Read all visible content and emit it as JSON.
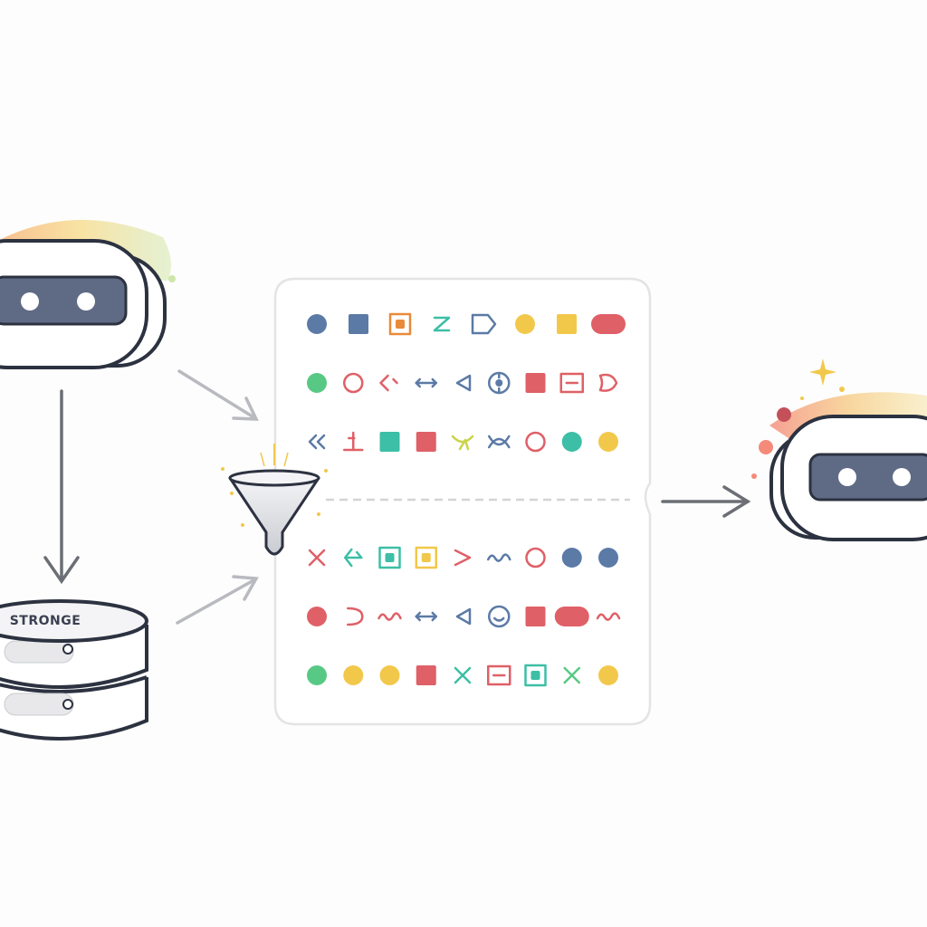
{
  "storage": {
    "label": "STRONGE"
  },
  "colors": {
    "outline": "#2c3240",
    "visor": "#5f6b85",
    "arrow": "#8a8d93",
    "arrow_dark": "#6b6e74",
    "panel_border": "#e4e4e4",
    "blue": "#5b7aa6",
    "orange": "#e98a3a",
    "teal": "#3cbfa6",
    "yellow": "#f2c84b",
    "red": "#df6067",
    "green": "#58c984",
    "lime": "#c9d44a"
  },
  "grid_top": [
    [
      "blue-circle",
      "blue-square",
      "orange-square-dot",
      "teal-zigzag",
      "blue-tag",
      "yellow-circle",
      "yellow-square",
      "red-pill"
    ],
    [
      "green-circle",
      "red-ring",
      "red-chevrons",
      "blue-double-arrow",
      "blue-chevron-left",
      "blue-target",
      "red-square",
      "red-minus-box",
      "red-blob"
    ],
    [
      "blue-double-chevron",
      "red-stand",
      "teal-square",
      "red-square",
      "lime-knot",
      "blue-loop",
      "red-ring",
      "teal-circle",
      "yellow-circle"
    ]
  ],
  "grid_bottom": [
    [
      "red-cross",
      "teal-branch",
      "teal-square-dot",
      "yellow-square-dot",
      "red-chevron-right",
      "blue-squiggle",
      "red-ring",
      "blue-circle",
      "blue-circle"
    ],
    [
      "red-circle",
      "red-hook",
      "red-squiggle",
      "blue-double-arrow",
      "blue-chevron-left",
      "blue-smile",
      "red-square",
      "red-pill",
      "red-squiggle"
    ],
    [
      "green-circle",
      "yellow-circle",
      "yellow-circle",
      "red-square",
      "teal-cross",
      "red-minus-box",
      "teal-square-dot",
      "green-cross",
      "yellow-circle"
    ]
  ]
}
